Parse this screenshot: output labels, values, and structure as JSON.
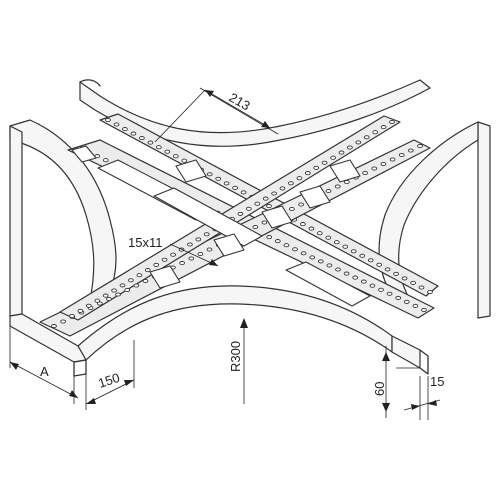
{
  "diagram": {
    "dimensions": {
      "d213": "213",
      "slot": "15x11",
      "radius": "R300",
      "width_a": "A",
      "width_150": "150",
      "height_60": "60",
      "thickness_15": "15"
    }
  }
}
